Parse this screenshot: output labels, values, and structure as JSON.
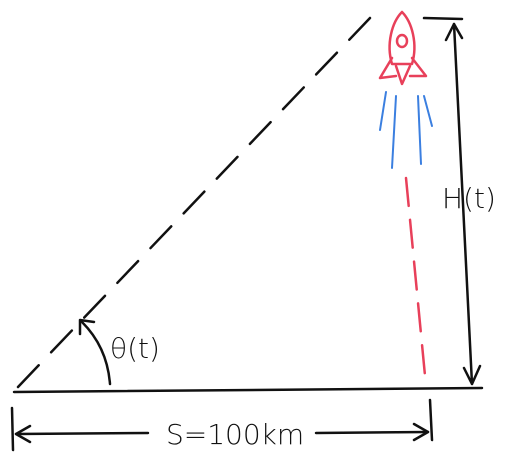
{
  "labels": {
    "height": "H(t)",
    "angle": "θ(t)",
    "distance": "S=100km"
  },
  "icons": {
    "rocket": "rocket-icon"
  },
  "colors": {
    "ink": "#111111",
    "rocket": "#e8405a",
    "exhaust": "#3b7fe0"
  }
}
